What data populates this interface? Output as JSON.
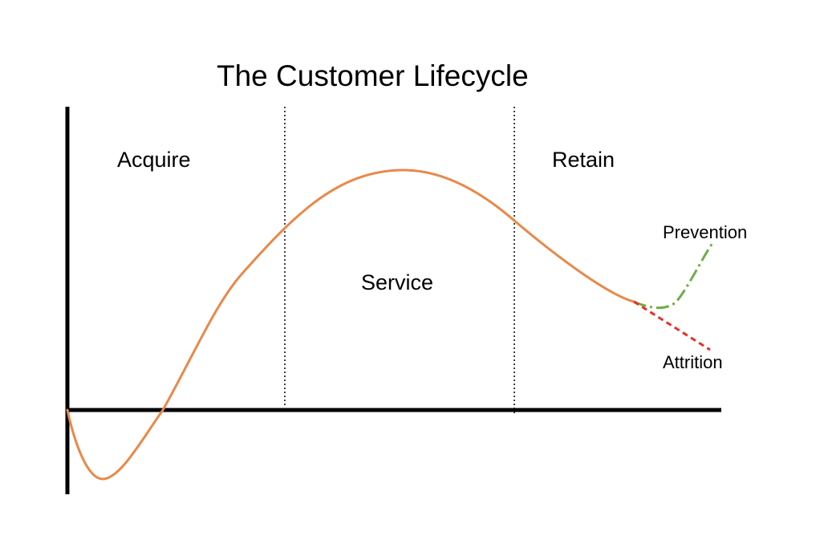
{
  "title": "The Customer Lifecycle",
  "stages": {
    "acquire": "Acquire",
    "service": "Service",
    "retain": "Retain"
  },
  "outcomes": {
    "prevention": "Prevention",
    "attrition": "Attrition"
  },
  "colors": {
    "lifecycle_curve": "#E8894A",
    "prevention_line": "#70AD47",
    "attrition_line": "#E8302A",
    "axes": "#000000"
  }
}
